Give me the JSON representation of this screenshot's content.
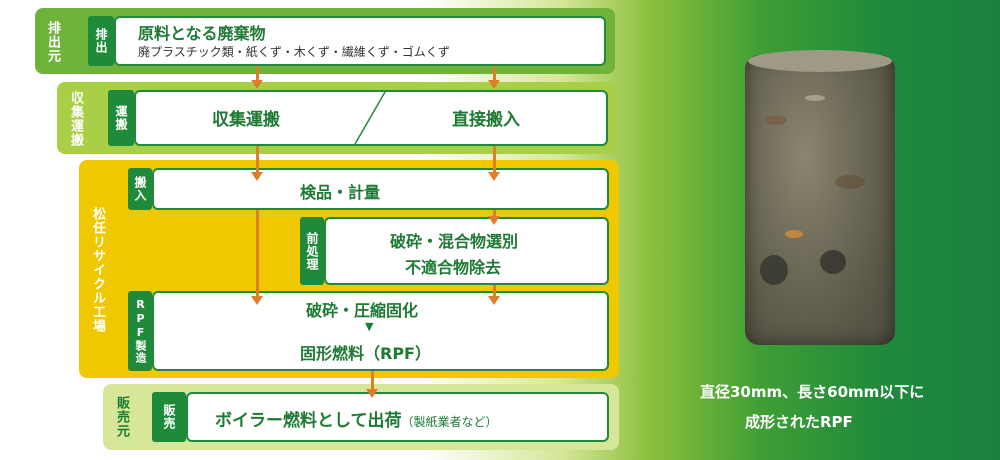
{
  "stages": {
    "haishutsumoto": "排出元",
    "shushu": "収集運搬",
    "factory": "松任リサイクル工場",
    "hanbaimoto": "販売元"
  },
  "tags": {
    "haishutsu": "排出",
    "unpan": "運搬",
    "hannyu": "搬入",
    "shori": "前処理",
    "rpf": "RPF製造",
    "hanbai": "販売"
  },
  "boxes": {
    "source_title": "原料となる廃棄物",
    "source_sub": "廃プラスチック類・紙くず・木くず・繊維くず・ゴムくず",
    "collect": "収集運搬",
    "direct": "直接搬入",
    "inspect": "検品・計量",
    "pre_line1": "破砕・混合物選別",
    "pre_line2": "不適合物除去",
    "rpf_line1": "破砕・圧縮固化",
    "rpf_arrow": "▼",
    "rpf_line2": "固形燃料（RPF）",
    "sale_main": "ボイラー燃料として出荷",
    "sale_sub": "（製紙業者など）"
  },
  "caption": {
    "line1": "直径30mm、長さ60mm以下に",
    "line2": "成形されたRPF"
  },
  "colors": {
    "green": "#1e8a3a",
    "light_green": "#8cbf3c",
    "yellow": "#f0c800",
    "orange": "#e07d2a"
  }
}
